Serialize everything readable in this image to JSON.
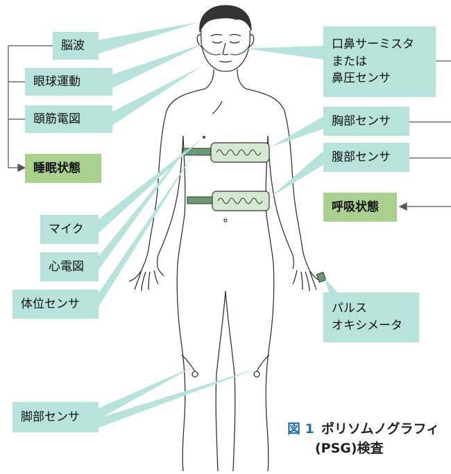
{
  "labels": {
    "brainwave": "脳波",
    "eye_movement": "眼球運動",
    "chin_emg": "頤筋電図",
    "sleep_state": "睡眠状態",
    "mic": "マイク",
    "ecg": "心電図",
    "position_sensor": "体位センサ",
    "leg_sensor": "脚部センサ",
    "nasal_sensor": [
      "口鼻サーミスタ",
      "または",
      "鼻圧センサ"
    ],
    "chest_sensor": "胸部センサ",
    "abdomen_sensor": "腹部センサ",
    "respiratory_state": "呼吸状態",
    "pulse_oximeter": [
      "パルス",
      "オキシメータ"
    ]
  },
  "caption": {
    "figure_number": "図 1",
    "title_line1": "ポリソムノグラフィ",
    "title_line2": "(PSG)検査"
  },
  "colors": {
    "label_box": "#b8e2dc",
    "state_box": "#a9d08e",
    "leader_line": "#b8e2dc",
    "bracket_line": "#555555",
    "body_outline": "#333333",
    "belt": "#d4e8d2",
    "belt_strap": "#6a9a72",
    "figure_number": "#1f6fb5"
  }
}
